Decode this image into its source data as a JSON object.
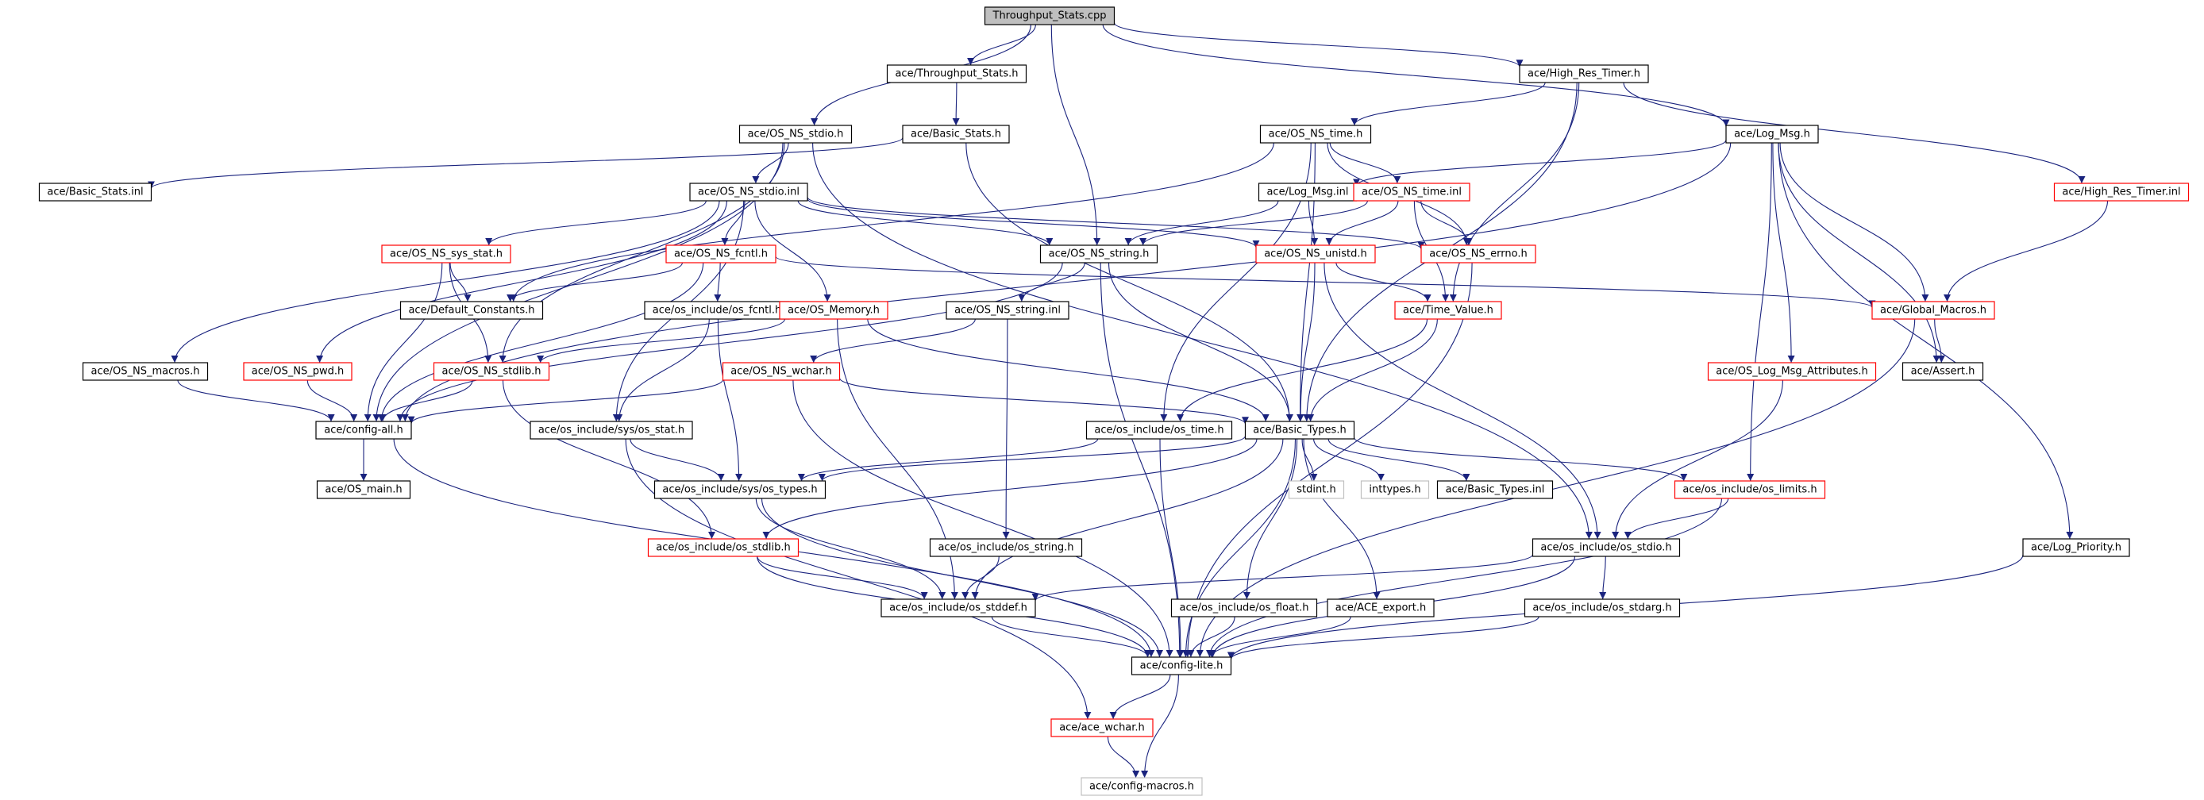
{
  "colors": {
    "edge": "#1a237e",
    "text": "#000000",
    "node_border": "#000000",
    "node_border_undocumented": "#ff0000",
    "node_border_system": "#c0c0c0",
    "root_fill": "#bfbfbf",
    "node_fill": "#ffffff"
  },
  "nodes": [
    {
      "id": "root",
      "label": "Throughput_Stats.cpp",
      "kind": "root"
    },
    {
      "id": "tsh",
      "label": "ace/Throughput_Stats.h",
      "kind": "normal"
    },
    {
      "id": "hrt",
      "label": "ace/High_Res_Timer.h",
      "kind": "normal"
    },
    {
      "id": "stdio",
      "label": "ace/OS_NS_stdio.h",
      "kind": "normal"
    },
    {
      "id": "bsh",
      "label": "ace/Basic_Stats.h",
      "kind": "normal"
    },
    {
      "id": "nstime",
      "label": "ace/OS_NS_time.h",
      "kind": "normal"
    },
    {
      "id": "logmsg",
      "label": "ace/Log_Msg.h",
      "kind": "normal"
    },
    {
      "id": "bsinl",
      "label": "ace/Basic_Stats.inl",
      "kind": "normal"
    },
    {
      "id": "stdioinl",
      "label": "ace/OS_NS_stdio.inl",
      "kind": "normal"
    },
    {
      "id": "logmsginl",
      "label": "ace/Log_Msg.inl",
      "kind": "normal"
    },
    {
      "id": "timeinl",
      "label": "ace/OS_NS_time.inl",
      "kind": "red"
    },
    {
      "id": "hrtinl",
      "label": "ace/High_Res_Timer.inl",
      "kind": "red"
    },
    {
      "id": "sysstat",
      "label": "ace/OS_NS_sys_stat.h",
      "kind": "red"
    },
    {
      "id": "fcntl",
      "label": "ace/OS_NS_fcntl.h",
      "kind": "red"
    },
    {
      "id": "string",
      "label": "ace/OS_NS_string.h",
      "kind": "normal"
    },
    {
      "id": "unistd",
      "label": "ace/OS_NS_unistd.h",
      "kind": "red"
    },
    {
      "id": "errno",
      "label": "ace/OS_NS_errno.h",
      "kind": "red"
    },
    {
      "id": "defconst",
      "label": "ace/Default_Constants.h",
      "kind": "normal"
    },
    {
      "id": "osfcntl",
      "label": "ace/os_include/os_fcntl.h",
      "kind": "normal"
    },
    {
      "id": "memory",
      "label": "ace/OS_Memory.h",
      "kind": "red"
    },
    {
      "id": "stringinl",
      "label": "ace/OS_NS_string.inl",
      "kind": "normal"
    },
    {
      "id": "timevalue",
      "label": "ace/Time_Value.h",
      "kind": "red"
    },
    {
      "id": "globalmacros",
      "label": "ace/Global_Macros.h",
      "kind": "red"
    },
    {
      "id": "macros",
      "label": "ace/OS_NS_macros.h",
      "kind": "normal"
    },
    {
      "id": "pwd",
      "label": "ace/OS_NS_pwd.h",
      "kind": "red"
    },
    {
      "id": "stdlib",
      "label": "ace/OS_NS_stdlib.h",
      "kind": "red"
    },
    {
      "id": "wchar",
      "label": "ace/OS_NS_wchar.h",
      "kind": "red"
    },
    {
      "id": "logattr",
      "label": "ace/OS_Log_Msg_Attributes.h",
      "kind": "red"
    },
    {
      "id": "assert",
      "label": "ace/Assert.h",
      "kind": "normal"
    },
    {
      "id": "configall",
      "label": "ace/config-all.h",
      "kind": "normal"
    },
    {
      "id": "ossysstat",
      "label": "ace/os_include/sys/os_stat.h",
      "kind": "normal"
    },
    {
      "id": "ostime",
      "label": "ace/os_include/os_time.h",
      "kind": "normal"
    },
    {
      "id": "basictypes",
      "label": "ace/Basic_Types.h",
      "kind": "normal"
    },
    {
      "id": "osmain",
      "label": "ace/OS_main.h",
      "kind": "normal"
    },
    {
      "id": "systypes",
      "label": "ace/os_include/sys/os_types.h",
      "kind": "normal"
    },
    {
      "id": "stdint",
      "label": "stdint.h",
      "kind": "system"
    },
    {
      "id": "inttypes",
      "label": "inttypes.h",
      "kind": "system"
    },
    {
      "id": "bstinl",
      "label": "ace/Basic_Types.inl",
      "kind": "normal"
    },
    {
      "id": "oslimits",
      "label": "ace/os_include/os_limits.h",
      "kind": "red"
    },
    {
      "id": "osstdlib",
      "label": "ace/os_include/os_stdlib.h",
      "kind": "red"
    },
    {
      "id": "osstring",
      "label": "ace/os_include/os_string.h",
      "kind": "normal"
    },
    {
      "id": "osstdio",
      "label": "ace/os_include/os_stdio.h",
      "kind": "normal"
    },
    {
      "id": "logprio",
      "label": "ace/Log_Priority.h",
      "kind": "normal"
    },
    {
      "id": "osstddef",
      "label": "ace/os_include/os_stddef.h",
      "kind": "normal"
    },
    {
      "id": "osfloat",
      "label": "ace/os_include/os_float.h",
      "kind": "normal"
    },
    {
      "id": "export",
      "label": "ace/ACE_export.h",
      "kind": "normal"
    },
    {
      "id": "osstdarg",
      "label": "ace/os_include/os_stdarg.h",
      "kind": "normal"
    },
    {
      "id": "configlite",
      "label": "ace/config-lite.h",
      "kind": "normal"
    },
    {
      "id": "acewchar",
      "label": "ace/ace_wchar.h",
      "kind": "red"
    },
    {
      "id": "configmacros",
      "label": "ace/config-macros.h",
      "kind": "system"
    }
  ],
  "edges": [
    [
      "root",
      "tsh"
    ],
    [
      "root",
      "hrt"
    ],
    [
      "root",
      "stdio"
    ],
    [
      "root",
      "string"
    ],
    [
      "root",
      "logmsg"
    ],
    [
      "tsh",
      "bsh"
    ],
    [
      "hrt",
      "nstime"
    ],
    [
      "hrt",
      "hrtinl"
    ],
    [
      "hrt",
      "timevalue"
    ],
    [
      "hrt",
      "basictypes"
    ],
    [
      "stdio",
      "stdioinl"
    ],
    [
      "stdio",
      "configall"
    ],
    [
      "stdio",
      "osstdio"
    ],
    [
      "stdio",
      "stdlib"
    ],
    [
      "bsh",
      "bsinl"
    ],
    [
      "bsh",
      "basictypes"
    ],
    [
      "nstime",
      "timeinl"
    ],
    [
      "nstime",
      "ostime"
    ],
    [
      "nstime",
      "basictypes"
    ],
    [
      "nstime",
      "errno"
    ],
    [
      "nstime",
      "defconst"
    ],
    [
      "logmsg",
      "logmsginl"
    ],
    [
      "logmsg",
      "globalmacros"
    ],
    [
      "logmsg",
      "assert"
    ],
    [
      "logmsg",
      "logattr"
    ],
    [
      "logmsg",
      "oslimits"
    ],
    [
      "logmsg",
      "logprio"
    ],
    [
      "logmsg",
      "configall"
    ],
    [
      "stdioinl",
      "sysstat"
    ],
    [
      "stdioinl",
      "fcntl"
    ],
    [
      "stdioinl",
      "string"
    ],
    [
      "stdioinl",
      "unistd"
    ],
    [
      "stdioinl",
      "errno"
    ],
    [
      "stdioinl",
      "memory"
    ],
    [
      "stdioinl",
      "macros"
    ],
    [
      "stdioinl",
      "pwd"
    ],
    [
      "stdioinl",
      "ossysstat"
    ],
    [
      "logmsginl",
      "string"
    ],
    [
      "logmsginl",
      "unistd"
    ],
    [
      "timeinl",
      "errno"
    ],
    [
      "timeinl",
      "unistd"
    ],
    [
      "timeinl",
      "timevalue"
    ],
    [
      "timeinl",
      "string"
    ],
    [
      "hrtinl",
      "globalmacros"
    ],
    [
      "sysstat",
      "defconst"
    ],
    [
      "sysstat",
      "configall"
    ],
    [
      "sysstat",
      "stdlib"
    ],
    [
      "fcntl",
      "defconst"
    ],
    [
      "fcntl",
      "osfcntl"
    ],
    [
      "fcntl",
      "configall"
    ],
    [
      "fcntl",
      "globalmacros"
    ],
    [
      "string",
      "stringinl"
    ],
    [
      "string",
      "basictypes"
    ],
    [
      "string",
      "configlite"
    ],
    [
      "string",
      "configall"
    ],
    [
      "unistd",
      "timevalue"
    ],
    [
      "unistd",
      "basictypes"
    ],
    [
      "unistd",
      "osstdio"
    ],
    [
      "errno",
      "configlite"
    ],
    [
      "osfcntl",
      "systypes"
    ],
    [
      "osfcntl",
      "ossysstat"
    ],
    [
      "memory",
      "stdlib"
    ],
    [
      "memory",
      "basictypes"
    ],
    [
      "memory",
      "osstddef"
    ],
    [
      "stringinl",
      "wchar"
    ],
    [
      "stringinl",
      "osstring"
    ],
    [
      "timevalue",
      "basictypes"
    ],
    [
      "timevalue",
      "ostime"
    ],
    [
      "globalmacros",
      "assert"
    ],
    [
      "globalmacros",
      "configlite"
    ],
    [
      "macros",
      "configall"
    ],
    [
      "pwd",
      "configall"
    ],
    [
      "stdlib",
      "configall"
    ],
    [
      "stdlib",
      "osstdlib"
    ],
    [
      "wchar",
      "configall"
    ],
    [
      "wchar",
      "basictypes"
    ],
    [
      "wchar",
      "configlite"
    ],
    [
      "logattr",
      "osstdio"
    ],
    [
      "configall",
      "osmain"
    ],
    [
      "configall",
      "configlite"
    ],
    [
      "ossysstat",
      "systypes"
    ],
    [
      "ossysstat",
      "acewchar"
    ],
    [
      "ostime",
      "systypes"
    ],
    [
      "ostime",
      "configlite"
    ],
    [
      "basictypes",
      "systypes"
    ],
    [
      "basictypes",
      "stdint"
    ],
    [
      "basictypes",
      "inttypes"
    ],
    [
      "basictypes",
      "bstinl"
    ],
    [
      "basictypes",
      "oslimits"
    ],
    [
      "basictypes",
      "osstdlib"
    ],
    [
      "basictypes",
      "osstddef"
    ],
    [
      "basictypes",
      "osfloat"
    ],
    [
      "basictypes",
      "export"
    ],
    [
      "basictypes",
      "configlite"
    ],
    [
      "systypes",
      "osstddef"
    ],
    [
      "systypes",
      "configlite"
    ],
    [
      "oslimits",
      "osstdio"
    ],
    [
      "oslimits",
      "configlite"
    ],
    [
      "osstdlib",
      "osstddef"
    ],
    [
      "osstdlib",
      "configlite"
    ],
    [
      "osstring",
      "osstddef"
    ],
    [
      "osstdio",
      "osstddef"
    ],
    [
      "osstdio",
      "osstdarg"
    ],
    [
      "osstdio",
      "configlite"
    ],
    [
      "logprio",
      "configlite"
    ],
    [
      "osstddef",
      "configlite"
    ],
    [
      "osfloat",
      "configlite"
    ],
    [
      "export",
      "configlite"
    ],
    [
      "osstdarg",
      "configlite"
    ],
    [
      "configlite",
      "acewchar"
    ],
    [
      "configlite",
      "configmacros"
    ],
    [
      "acewchar",
      "configmacros"
    ]
  ]
}
